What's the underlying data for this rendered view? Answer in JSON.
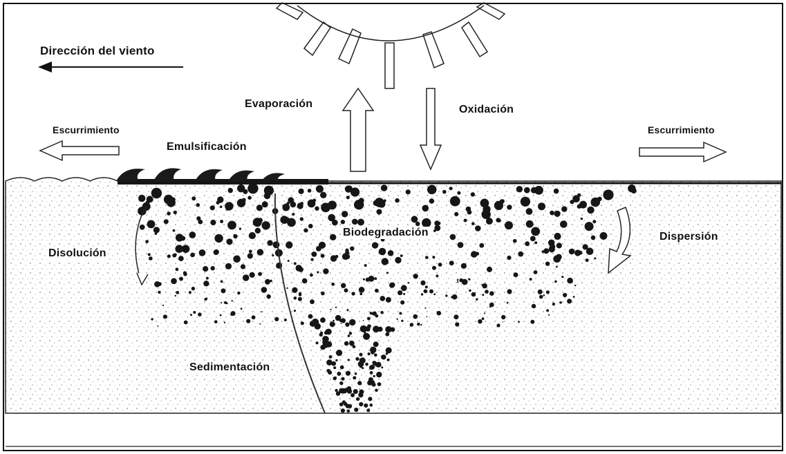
{
  "labels": {
    "wind_direction": "Dirección del viento",
    "evaporation": "Evaporación",
    "oxidation": "Oxidación",
    "runoff_left": "Escurrimiento",
    "runoff_right": "Escurrimiento",
    "emulsification": "Emulsificación",
    "biodegradation": "Biodegradación",
    "dissolution": "Disolución",
    "dispersion": "Dispersión",
    "sedimentation": "Sedimentación"
  },
  "colors": {
    "ink": "#111111",
    "sand": "#9a9a9a",
    "droplet": "#161616",
    "background": "#ffffff"
  }
}
